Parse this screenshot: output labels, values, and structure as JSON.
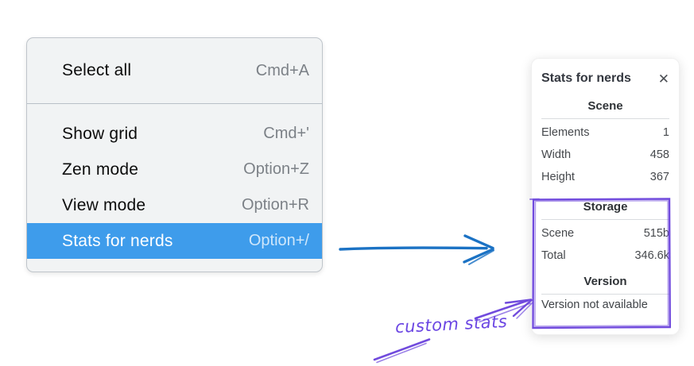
{
  "context_menu": {
    "highlight_color": "#3e9ceb",
    "items": [
      {
        "label": "Select all",
        "shortcut": "Cmd+A",
        "selected": false
      },
      {
        "label": "Show grid",
        "shortcut": "Cmd+'",
        "selected": false
      },
      {
        "label": "Zen mode",
        "shortcut": "Option+Z",
        "selected": false
      },
      {
        "label": "View mode",
        "shortcut": "Option+R",
        "selected": false
      },
      {
        "label": "Stats for nerds",
        "shortcut": "Option+/",
        "selected": true
      }
    ]
  },
  "stats_panel": {
    "title": "Stats for nerds",
    "close_icon": "✕",
    "sections": [
      {
        "heading": "Scene",
        "rows": [
          {
            "label": "Elements",
            "value": "1"
          },
          {
            "label": "Width",
            "value": "458"
          },
          {
            "label": "Height",
            "value": "367"
          }
        ]
      },
      {
        "heading": "Storage",
        "rows": [
          {
            "label": "Scene",
            "value": "515b"
          },
          {
            "label": "Total",
            "value": "346.6k"
          }
        ]
      },
      {
        "heading": "Version",
        "note": "Version not available"
      }
    ]
  },
  "annotations": {
    "custom_stats_label": "custom stats",
    "blue_arrow_color": "#1b72c4",
    "purple_color": "#714bdd"
  }
}
